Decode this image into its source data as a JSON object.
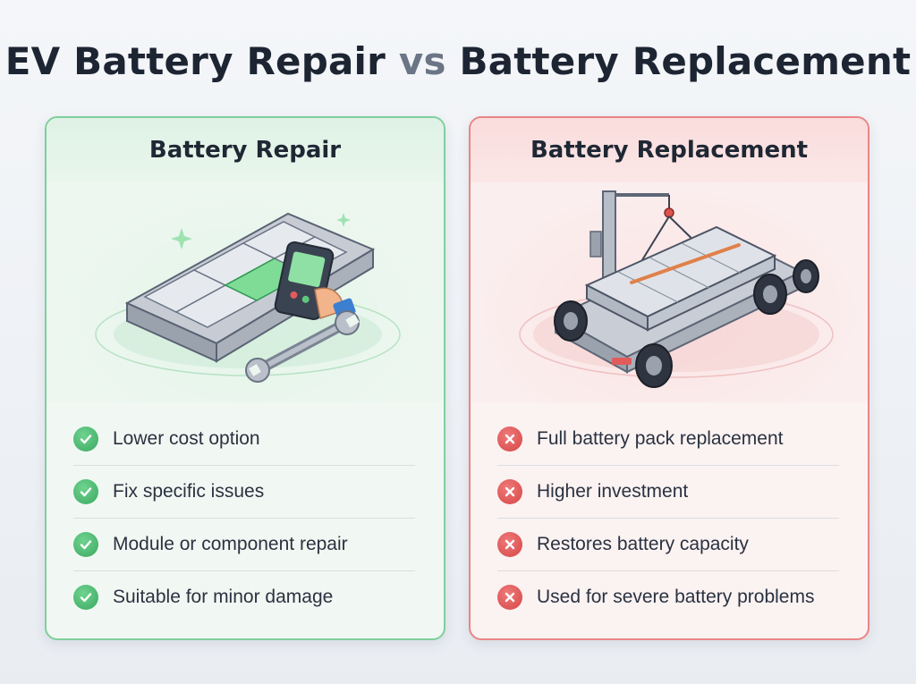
{
  "title": {
    "part1": "EV Battery Repair",
    "vs": "vs",
    "part2": "Battery Replacement"
  },
  "panels": {
    "repair": {
      "heading": "Battery Repair",
      "accent": "#7fcf9c",
      "items": [
        "Lower cost option",
        "Fix specific issues",
        "Module or component repair",
        "Suitable for minor damage"
      ]
    },
    "replacement": {
      "heading": "Battery Replacement",
      "accent": "#e98586",
      "items": [
        "Full battery pack replacement",
        "Higher investment",
        "Restores battery capacity",
        "Used for severe battery problems"
      ]
    }
  },
  "icons": {
    "positive": "check-circle-icon",
    "negative": "x-circle-icon",
    "repair_illustration": "battery-diagnostic-wrench-icon",
    "replacement_illustration": "battery-hoist-chassis-icon"
  }
}
